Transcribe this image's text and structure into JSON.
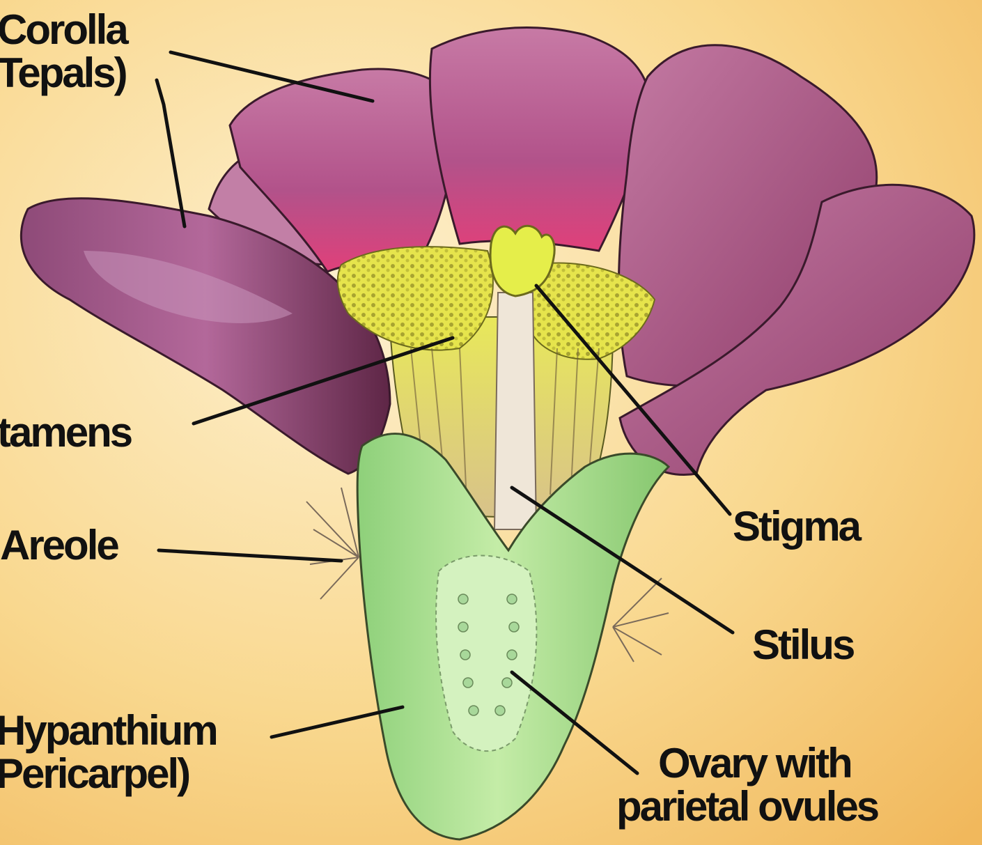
{
  "colors": {
    "background_light": "#fbe2b0",
    "background_dark": "#f3c06a",
    "tepal": "#b04f80",
    "tepal_dark": "#6e2d52",
    "stamens": "#e3e34a",
    "hypanthium": "#a9de8d",
    "label_text": "#111111"
  },
  "labels": {
    "corolla_line1": "Corolla",
    "corolla_line2": "Tepals)",
    "stamens": "tamens",
    "areole": "Areole",
    "hypanthium_line1": "Hypanthium",
    "hypanthium_line2": "Pericarpel)",
    "stigma": "Stigma",
    "stilus": "Stilus",
    "ovary_line1": "Ovary with",
    "ovary_line2": "parietal ovules"
  }
}
